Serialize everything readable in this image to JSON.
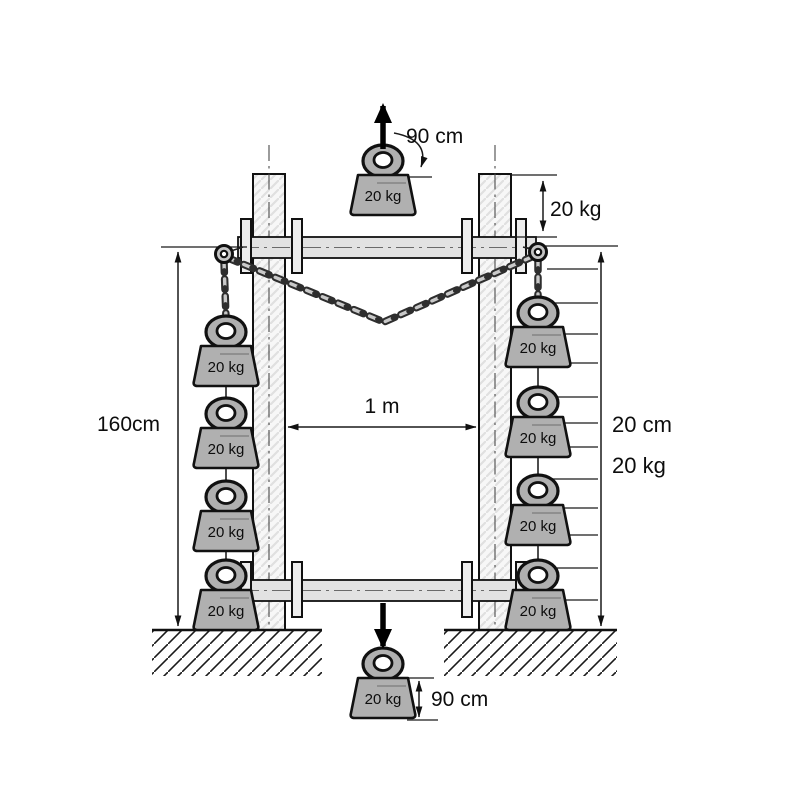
{
  "figure": {
    "kind": "statics-mechanics-diagram",
    "description": "Frame with two posts and beams, draped chain, stacked 20 kg weights on both sides, hanging weights top and bottom center",
    "stacks": {
      "left_weight_count": 4,
      "right_weight_count": 4,
      "center_top_count": 1,
      "center_bottom_count": 1
    }
  },
  "labels": {
    "weight": "20 kg",
    "top_arrow_dim": "90 cm",
    "bottom_arrow_dim": "90 cm",
    "left_height_dim": "160cm",
    "span_dim": "1 m",
    "right_spacing_dim": "20 cm",
    "right_weight_dim": "20 kg",
    "top_right_dim": "20 kg"
  },
  "colors": {
    "weight_fill": "#b0b0b0",
    "structure_fill": "#e2e2e2",
    "line": "#1a1a1a",
    "background": "#ffffff"
  }
}
